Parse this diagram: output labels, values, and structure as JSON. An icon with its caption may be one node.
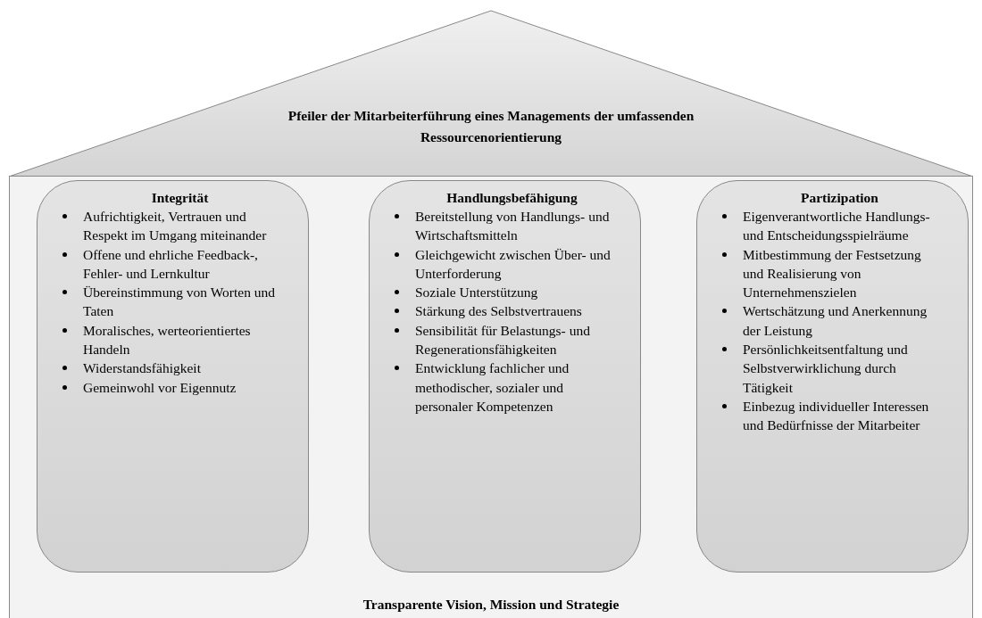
{
  "diagram": {
    "nodes": [
      {
        "text": [
          "Pfeiler der Mitarbeiterführung eines Managements der umfassenden Ressourcenorientierung"
        ]
      },
      {
        "text": [
          "Transparente Vision, Mission und Strategie"
        ]
      },
      {
        "text": [
          "Integrität",
          "Aufrichtigkeit, Vertrauen und Respekt im Umgang miteinander",
          "Offene und ehrliche Feedback-, Fehler- und Lernkultur",
          "Übereinstimmung von Worten und Taten",
          "Moralisches, werteorientiertes Handeln",
          "Widerstandsfähigkeit",
          "Gemeinwohl vor Eigennutz"
        ],
        "in": 1
      },
      {
        "text": [
          "Handlungsbefähigung",
          "Bereitstellung von Handlungs- und Wirtschaftsmitteln",
          "Gleichgewicht zwischen Über- und Unterforderung",
          "Soziale Unterstützung",
          "Stärkung des Selbstvertrauens",
          "Sensibilität für Belastungs- und Regenerationsfähigkeiten",
          "Entwicklung fachlicher und methodischer, sozialer und personaler Kompetenzen"
        ],
        "in": 1
      },
      {
        "text": [
          "Partizipation",
          "Eigenverantwortliche Handlungs- und Entscheidungsspielräume",
          "Mitbestimmung der Festsetzung und Realisierung von Unternehmenszielen",
          "Wertschätzung und Anerkennung der Leistung",
          "Persönlichkeitsentfaltung und Selbstverwirklichung durch Tätigkeit",
          "Einbezug individueller Interessen und Bedürfnisse der Mitarbeiter"
        ],
        "in": 1
      }
    ]
  }
}
